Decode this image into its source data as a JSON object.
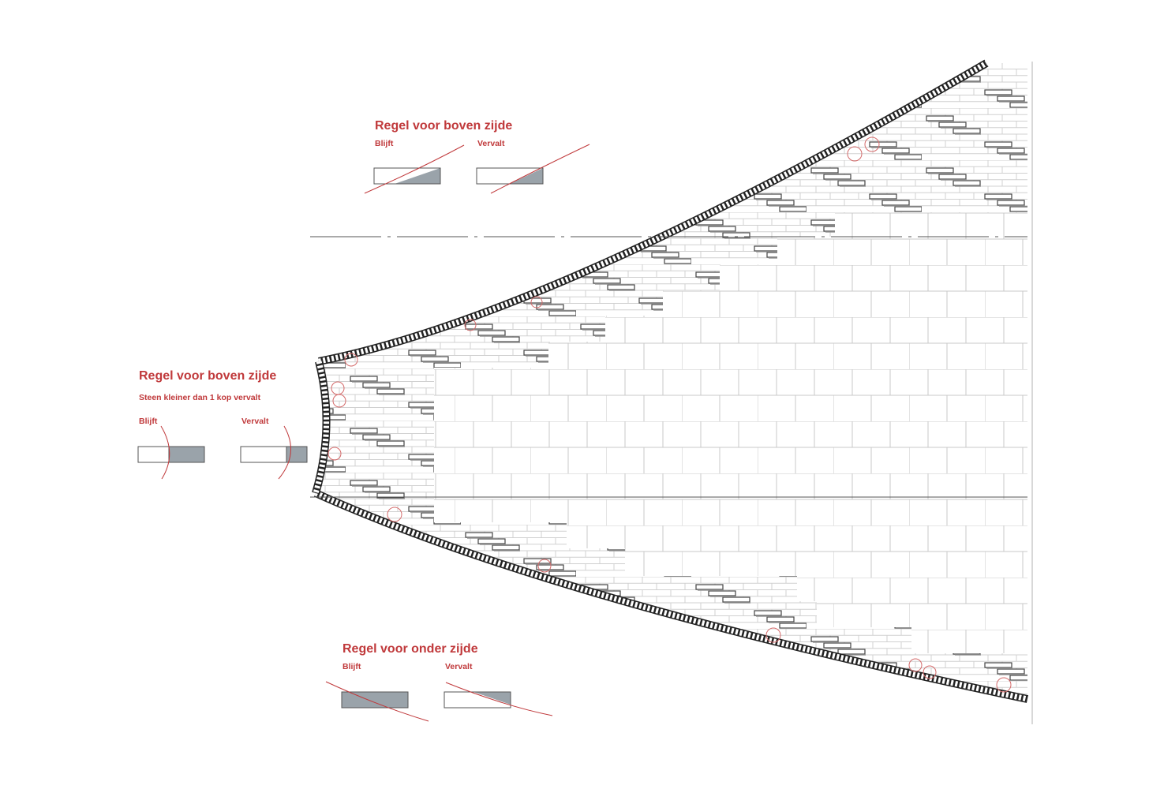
{
  "legend_top": {
    "title": "Regel voor boven zijde",
    "keep": "Blijft",
    "drop": "Vervalt"
  },
  "legend_left": {
    "title": "Regel voor boven zijde",
    "subtitle": "Steen kleiner dan 1 kop vervalt",
    "keep": "Blijft",
    "drop": "Vervalt"
  },
  "legend_bottom": {
    "title": "Regel voor onder zijde",
    "keep": "Blijft",
    "drop": "Vervalt"
  },
  "colors": {
    "accent": "#c0393b",
    "fill": "#9aa3aa",
    "line": "#bbbbbb"
  }
}
